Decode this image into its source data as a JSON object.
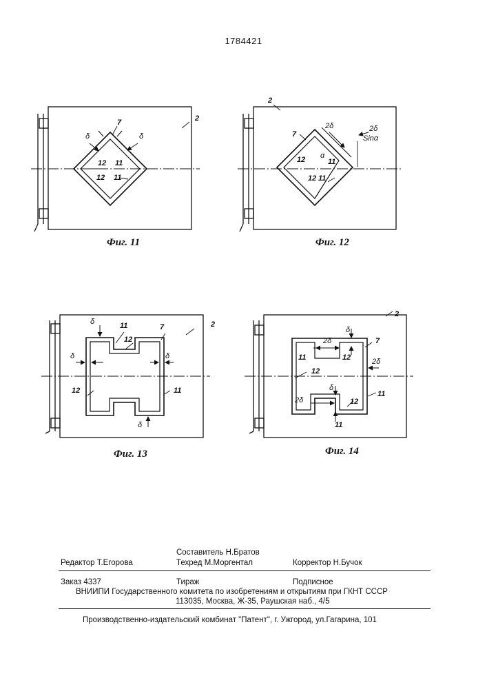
{
  "header": {
    "patent_number": "1784421"
  },
  "labels": {
    "n2": "2",
    "n7": "7",
    "n11": "11",
    "n12": "12",
    "delta": "δ",
    "two_delta": "2δ",
    "frac_num": "2δ",
    "frac_den": "Sinα",
    "alpha": "α"
  },
  "figures": [
    {
      "caption": "Фиг. 11"
    },
    {
      "caption": "Фиг. 12"
    },
    {
      "caption": "Фиг. 13"
    },
    {
      "caption": "Фиг. 14"
    }
  ],
  "footer": {
    "compiler": "Составитель Н.Братов",
    "editor": "Редактор  Т.Егорова",
    "techred": "Техред М.Моргентал",
    "corrector": "Корректор   Н.Бучок",
    "order": "Заказ  4337",
    "circulation": "Тираж",
    "subscription": "Подписное",
    "institute": "ВНИИПИ Государственного комитета по изобретениям и открытиям при ГКНТ СССР",
    "address": "113035, Москва, Ж-35, Раушская наб., 4/5",
    "publisher": "Производственно-издательский комбинат \"Патент\", г. Ужгород, ул.Гагарина, 101"
  }
}
